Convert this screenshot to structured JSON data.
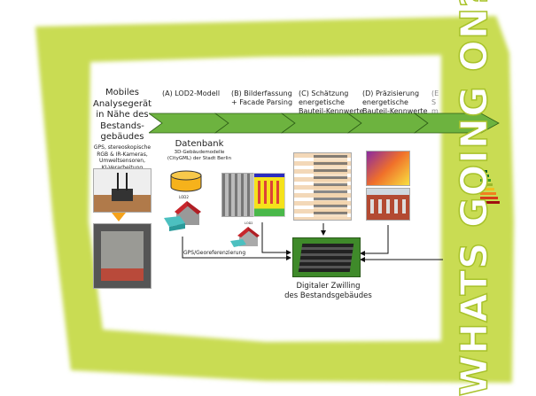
{
  "colors": {
    "frame": "#c9dc52",
    "arrow": "#6db33f",
    "arrow_dark": "#3b7a1f"
  },
  "left": {
    "title": "Mobiles Analysegerät in Nähe des Bestands-gebäudes",
    "title_lines": [
      "Mobiles",
      "Analysegerät",
      "in Nähe des",
      "Bestands-",
      "gebäudes"
    ],
    "details": [
      "GPS, stereoskopische",
      "RGB & IR-Kameras,",
      "Umweltsensoren,",
      "KI-Verarbeitung"
    ]
  },
  "steps": [
    {
      "lines": [
        "(A) LOD2-Modell"
      ]
    },
    {
      "lines": [
        "(B) Bilderfassung",
        "+ Facade Parsing"
      ]
    },
    {
      "lines": [
        "(C) Schätzung",
        "energetische",
        "Bauteil-Kennwerte"
      ]
    },
    {
      "lines": [
        "(D) Präzisierung",
        "energetische",
        "Bauteil-Kennwerte"
      ]
    },
    {
      "lines": [
        "(E",
        "S",
        "m"
      ]
    }
  ],
  "database": {
    "title": "Datenbank",
    "sub": [
      "3D-Gebäudemodelle",
      "(CityGML) der Stadt Berlin"
    ]
  },
  "lod_label": "LOD2",
  "gps_label": "GPS/Georeferenzierung",
  "twin": {
    "lines": [
      "Digitaler Zwilling",
      "des Bestandsgebäudes"
    ]
  },
  "overlay_text": "WHATS GOING ON?"
}
